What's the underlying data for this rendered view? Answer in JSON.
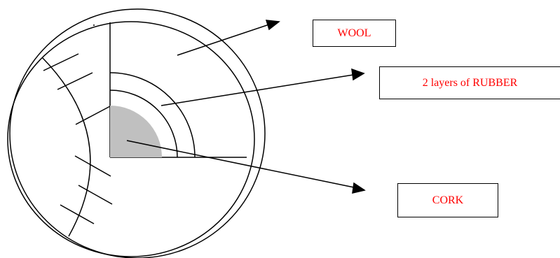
{
  "labels": {
    "wool": "WOOL",
    "rubber": "2 layers of RUBBER",
    "cork": "CORK"
  },
  "colors": {
    "label_text": "#ff0000",
    "line": "#000000",
    "cork_fill": "#c0c0c0",
    "background": "#ffffff"
  }
}
